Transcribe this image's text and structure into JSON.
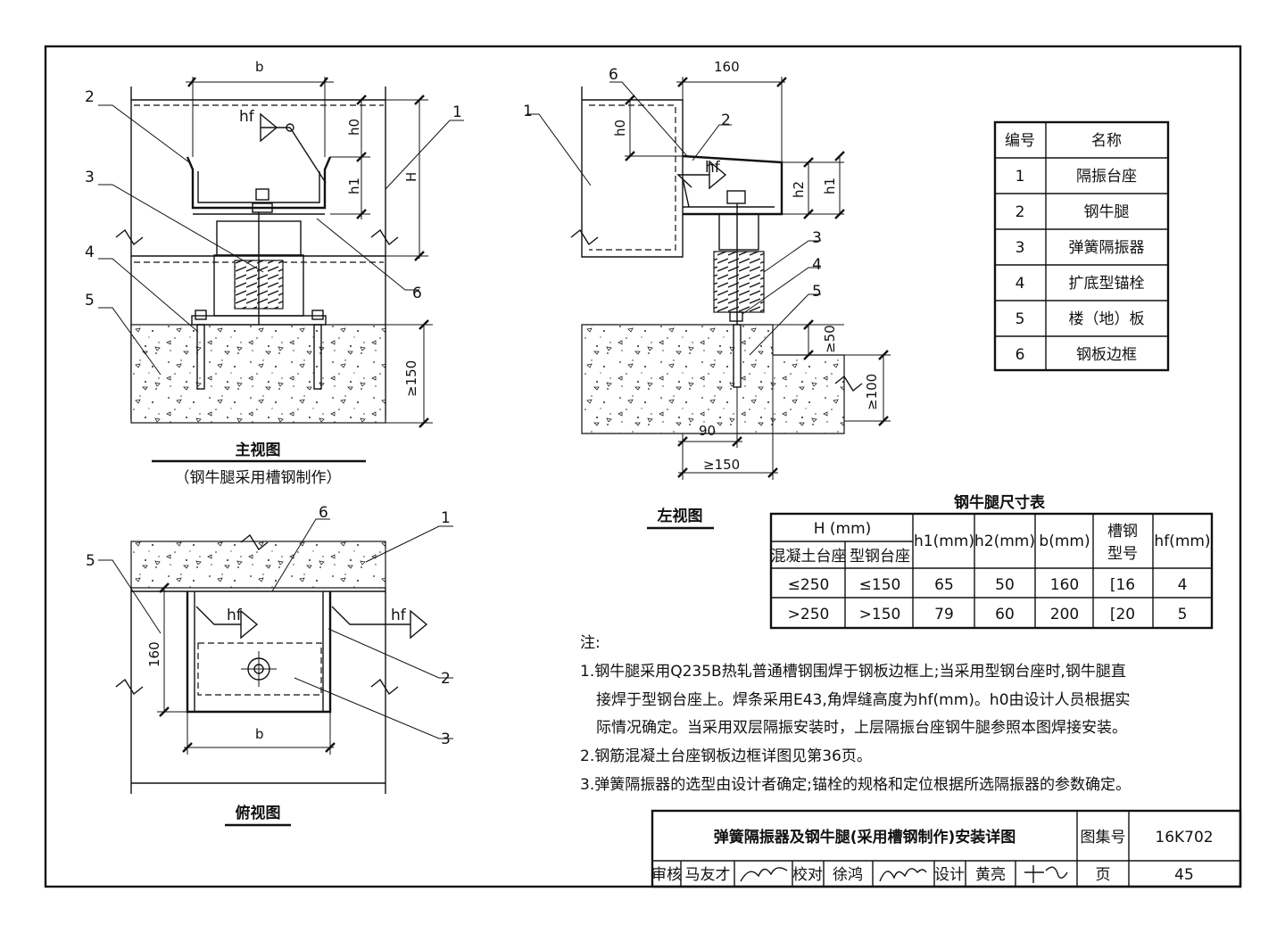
{
  "views": {
    "front": {
      "title": "主视图",
      "subtitle": "（钢牛腿采用槽钢制作）",
      "labels": [
        "1",
        "2",
        "3",
        "4",
        "5",
        "6"
      ],
      "dims": {
        "b": "b",
        "hf": "hf",
        "h0": "h0",
        "h1": "h1",
        "H": "H",
        "min150": "≥150"
      }
    },
    "left": {
      "title": "左视图",
      "labels": [
        "1",
        "2",
        "3",
        "4",
        "5",
        "6"
      ],
      "dims": {
        "top": "160",
        "h0": "h0",
        "h1": "h1",
        "h2": "h2",
        "hf": "hf",
        "min50": "≥50",
        "min100": "≥100",
        "d90": "90",
        "min150": "≥150"
      }
    },
    "top": {
      "title": "俯视图",
      "labels": [
        "1",
        "2",
        "3",
        "5",
        "6"
      ],
      "dims": {
        "hf": "hf",
        "d160": "160",
        "b": "b"
      }
    }
  },
  "legend": {
    "headers": [
      "编号",
      "名称"
    ],
    "rows": [
      [
        "1",
        "隔振台座"
      ],
      [
        "2",
        "钢牛腿"
      ],
      [
        "3",
        "弹簧隔振器"
      ],
      [
        "4",
        "扩底型锚栓"
      ],
      [
        "5",
        "楼（地）板"
      ],
      [
        "6",
        "钢板边框"
      ]
    ]
  },
  "size_table": {
    "title": "钢牛腿尺寸表",
    "header_H": "H  (mm)",
    "sub_headers": [
      "混凝土台座",
      "型钢台座"
    ],
    "headers": [
      "h1(mm)",
      "h2(mm)",
      "b(mm)",
      "槽钢",
      "型号",
      "hf(mm)"
    ],
    "rows": [
      [
        "≤250",
        "≤150",
        "65",
        "50",
        "160",
        "[16",
        "4"
      ],
      [
        ">250",
        ">150",
        "79",
        "60",
        "200",
        "[20",
        "5"
      ]
    ]
  },
  "notes": {
    "heading": "注:",
    "lines": [
      "1.钢牛腿采用Q235B热轧普通槽钢围焊于钢板边框上;当采用型钢台座时,钢牛腿直",
      "接焊于型钢台座上。焊条采用E43,角焊缝高度为hf(mm)。h0由设计人员根据实",
      "际情况确定。当采用双层隔振安装时，上层隔振台座钢牛腿参照本图焊接安装。",
      "2.钢筋混凝土台座钢板边框详图见第36页。",
      "3.弹簧隔振器的选型由设计者确定;锚栓的规格和定位根据所选隔振器的参数确定。"
    ]
  },
  "title_block": {
    "title": "弹簧隔振器及钢牛腿(采用槽钢制作)安装详图",
    "atlas_label": "图集号",
    "atlas_no": "16K702",
    "review_label": "审核",
    "reviewer": "马友才",
    "check_label": "校对",
    "checker": "徐鸿",
    "design_label": "设计",
    "designer": "黄亮",
    "page_label": "页",
    "page_no": "45"
  }
}
